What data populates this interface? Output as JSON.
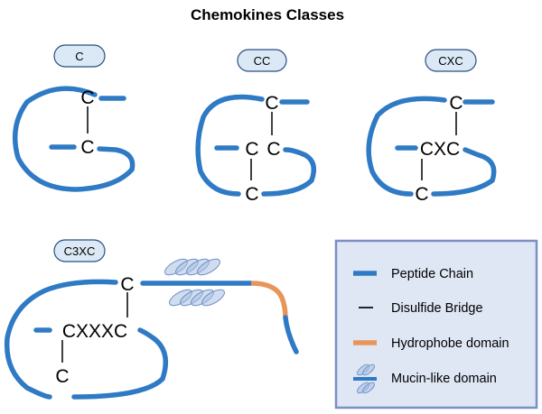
{
  "title": "Chemokines Classes",
  "classes": {
    "c": {
      "label": "C",
      "residues": [
        "C",
        "C"
      ]
    },
    "cc": {
      "label": "CC",
      "residues": [
        "C",
        "C",
        "C",
        "C"
      ]
    },
    "cxc": {
      "label": "CXC",
      "residues": [
        "C",
        "CXC",
        "C"
      ]
    },
    "c3xc": {
      "label": "C3XC",
      "residues": [
        "C",
        "CXXXC",
        "C"
      ]
    }
  },
  "legend": {
    "items": [
      {
        "label": "Peptide Chain",
        "icon": "peptide-chain-line"
      },
      {
        "label": "Disulfide Bridge",
        "icon": "disulfide-bridge-line"
      },
      {
        "label": "Hydrophobe domain",
        "icon": "hydrophobe-domain-line"
      },
      {
        "label": "Mucin-like domain",
        "icon": "mucin-like-domain-symbol"
      }
    ]
  },
  "colors": {
    "chain": "#2f7ac4",
    "hydrophobe": "#e8955a",
    "mucin": "#aac1e3",
    "pill_fill": "#dbe9f6",
    "pill_stroke": "#2a4e7d",
    "legend_fill": "#dfe6f4",
    "legend_stroke": "#7d8fc4"
  }
}
